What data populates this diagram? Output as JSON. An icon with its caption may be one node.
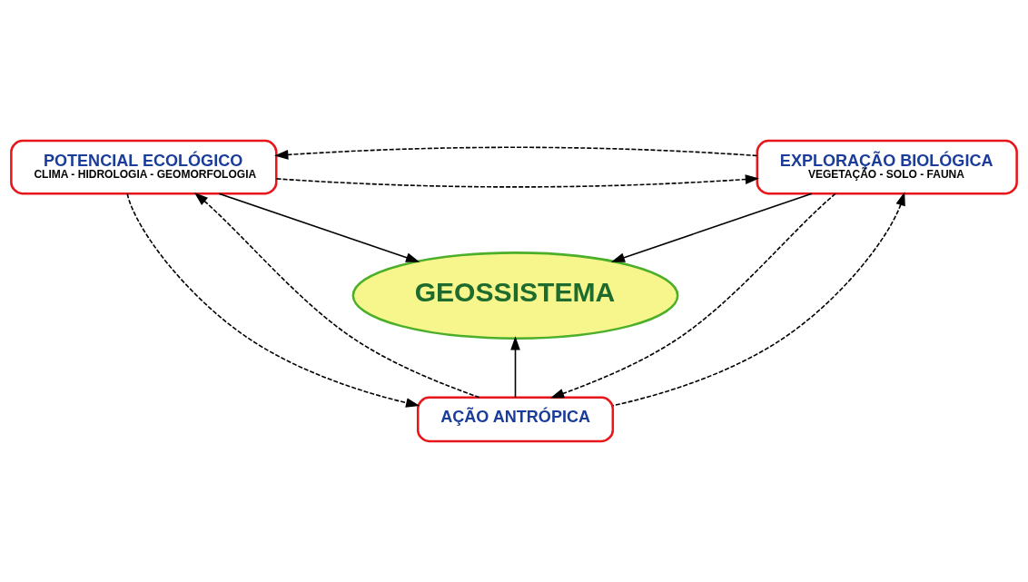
{
  "diagram": {
    "nodes": [
      {
        "text": [
          "POTENCIAL ECOLÓGICO",
          "CLIMA - HIDROLOGIA - GEOMORFOLOGIA"
        ]
      },
      {
        "text": [
          "EXPLORAÇÃO BIOLÓGICA",
          "VEGETAÇÃO - SOLO - FAUNA"
        ]
      },
      {
        "text": [
          "GEOSSISTEMA"
        ]
      },
      {
        "text": [
          "AÇÃO ANTRÓPICA"
        ]
      }
    ],
    "edges": [
      {
        "from": 0,
        "to": 1,
        "arrow": "to",
        "style": "dashed"
      },
      {
        "from": 1,
        "to": 0,
        "arrow": "to",
        "style": "dashed"
      },
      {
        "from": 0,
        "to": 2,
        "arrow": "to"
      },
      {
        "from": 1,
        "to": 2,
        "arrow": "to"
      },
      {
        "from": 0,
        "to": 3,
        "arrow": "to",
        "style": "dashed"
      },
      {
        "from": 3,
        "to": 0,
        "arrow": "to",
        "style": "dashed"
      },
      {
        "from": 1,
        "to": 3,
        "arrow": "to",
        "style": "dashed"
      },
      {
        "from": 3,
        "to": 1,
        "arrow": "to",
        "style": "dashed"
      },
      {
        "from": 3,
        "to": 2,
        "arrow": "to"
      }
    ]
  }
}
